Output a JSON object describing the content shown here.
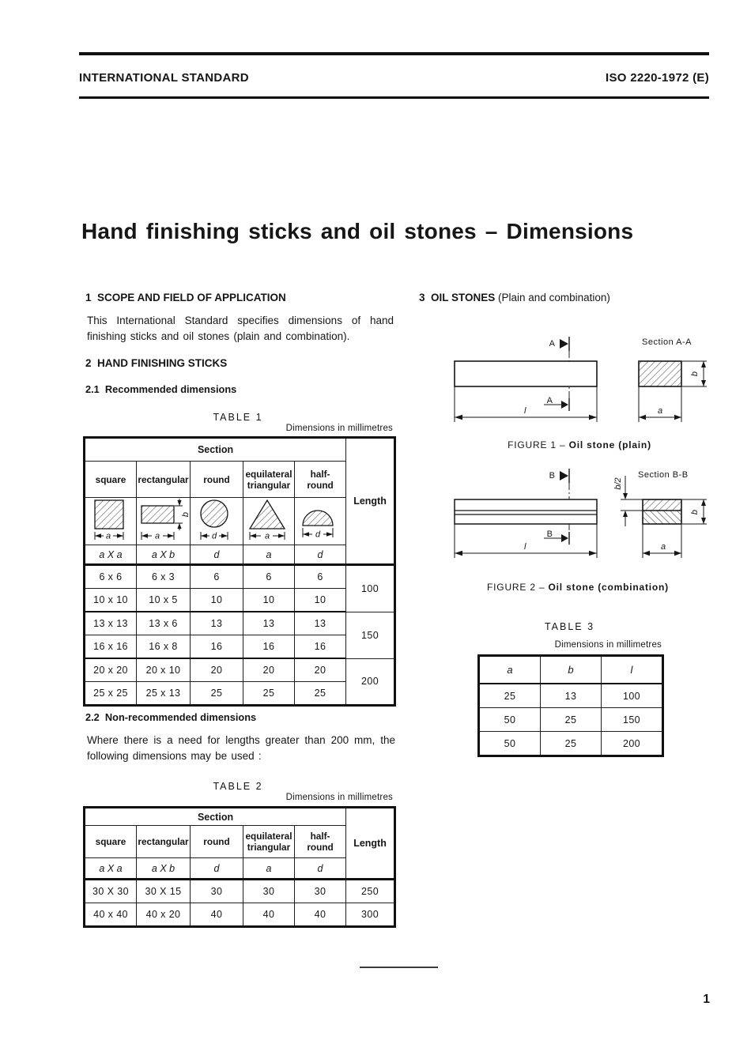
{
  "header": {
    "left": "INTERNATIONAL STANDARD",
    "right": "ISO 2220-1972 (E)"
  },
  "title": "Hand finishing sticks and oil stones – Dimensions",
  "sections": {
    "s1_heading": "1  SCOPE AND FIELD OF APPLICATION",
    "s1_body": "This International Standard specifies dimensions of hand finishing sticks and oil stones (plain and combination).",
    "s2_heading": "2  HAND FINISHING STICKS",
    "s21_heading": "2.1  Recommended dimensions",
    "s22_heading": "2.2  Non-recommended dimensions",
    "s22_body": "Where there is a need for lengths greater than 200 mm, the following dimensions may be used :",
    "s3_heading_bold": "3  OIL STONES",
    "s3_heading_rest": " (Plain and combination)"
  },
  "table1": {
    "caption": "TABLE 1",
    "units": "Dimensions in millimetres",
    "section_header": "Section",
    "length_header": "Length",
    "columns": [
      "square",
      "rectangular",
      "round",
      "equilateral\ntriangular",
      "half-\nround"
    ],
    "symbols": [
      "a X a",
      "a X b",
      "d",
      "a",
      "d"
    ],
    "shape_dims": {
      "square": "a",
      "rect_a": "a",
      "rect_b": "b",
      "round": "d",
      "triangle": "a",
      "halfround": "d"
    },
    "rows": [
      {
        "cells": [
          "6 x 6",
          "6 x 3",
          "6",
          "6",
          "6"
        ],
        "length": "100"
      },
      {
        "cells": [
          "10 x 10",
          "10 x 5",
          "10",
          "10",
          "10"
        ]
      },
      {
        "cells": [
          "13 x 13",
          "13 x 6",
          "13",
          "13",
          "13"
        ],
        "length": "150"
      },
      {
        "cells": [
          "16 x 16",
          "16 x 8",
          "16",
          "16",
          "16"
        ]
      },
      {
        "cells": [
          "20 x 20",
          "20 x 10",
          "20",
          "20",
          "20"
        ],
        "length": "200"
      },
      {
        "cells": [
          "25 x 25",
          "25 x 13",
          "25",
          "25",
          "25"
        ]
      }
    ]
  },
  "table2": {
    "caption": "TABLE 2",
    "units": "Dimensions in millimetres",
    "section_header": "Section",
    "length_header": "Length",
    "columns": [
      "square",
      "rectangular",
      "round",
      "equilateral\ntriangular",
      "half-\nround"
    ],
    "symbols": [
      "a X a",
      "a X b",
      "d",
      "a",
      "d"
    ],
    "rows": [
      {
        "cells": [
          "30 X 30",
          "30 X 15",
          "30",
          "30",
          "30"
        ],
        "length": "250"
      },
      {
        "cells": [
          "40 x 40",
          "40 x 20",
          "40",
          "40",
          "40"
        ],
        "length": "300"
      }
    ]
  },
  "table3": {
    "caption": "TABLE 3",
    "units": "Dimensions in millimetres",
    "columns": [
      "a",
      "b",
      "l"
    ],
    "rows": [
      [
        "25",
        "13",
        "100"
      ],
      [
        "50",
        "25",
        "150"
      ],
      [
        "50",
        "25",
        "200"
      ]
    ]
  },
  "figure1": {
    "caption_prefix": "FIGURE 1 – ",
    "caption_bold": "Oil stone (plain)",
    "section_label": "Section A-A",
    "cut_label": "A",
    "dim_length": "l",
    "dim_a": "a",
    "dim_b": "b"
  },
  "figure2": {
    "caption_prefix": "FIGURE 2 – ",
    "caption_bold": "Oil stone (combination)",
    "section_label": "Section B-B",
    "cut_label": "B",
    "dim_length": "l",
    "dim_a": "a",
    "dim_b": "b",
    "dim_b_half": "b/2"
  },
  "footer": {
    "page_number": "1"
  }
}
